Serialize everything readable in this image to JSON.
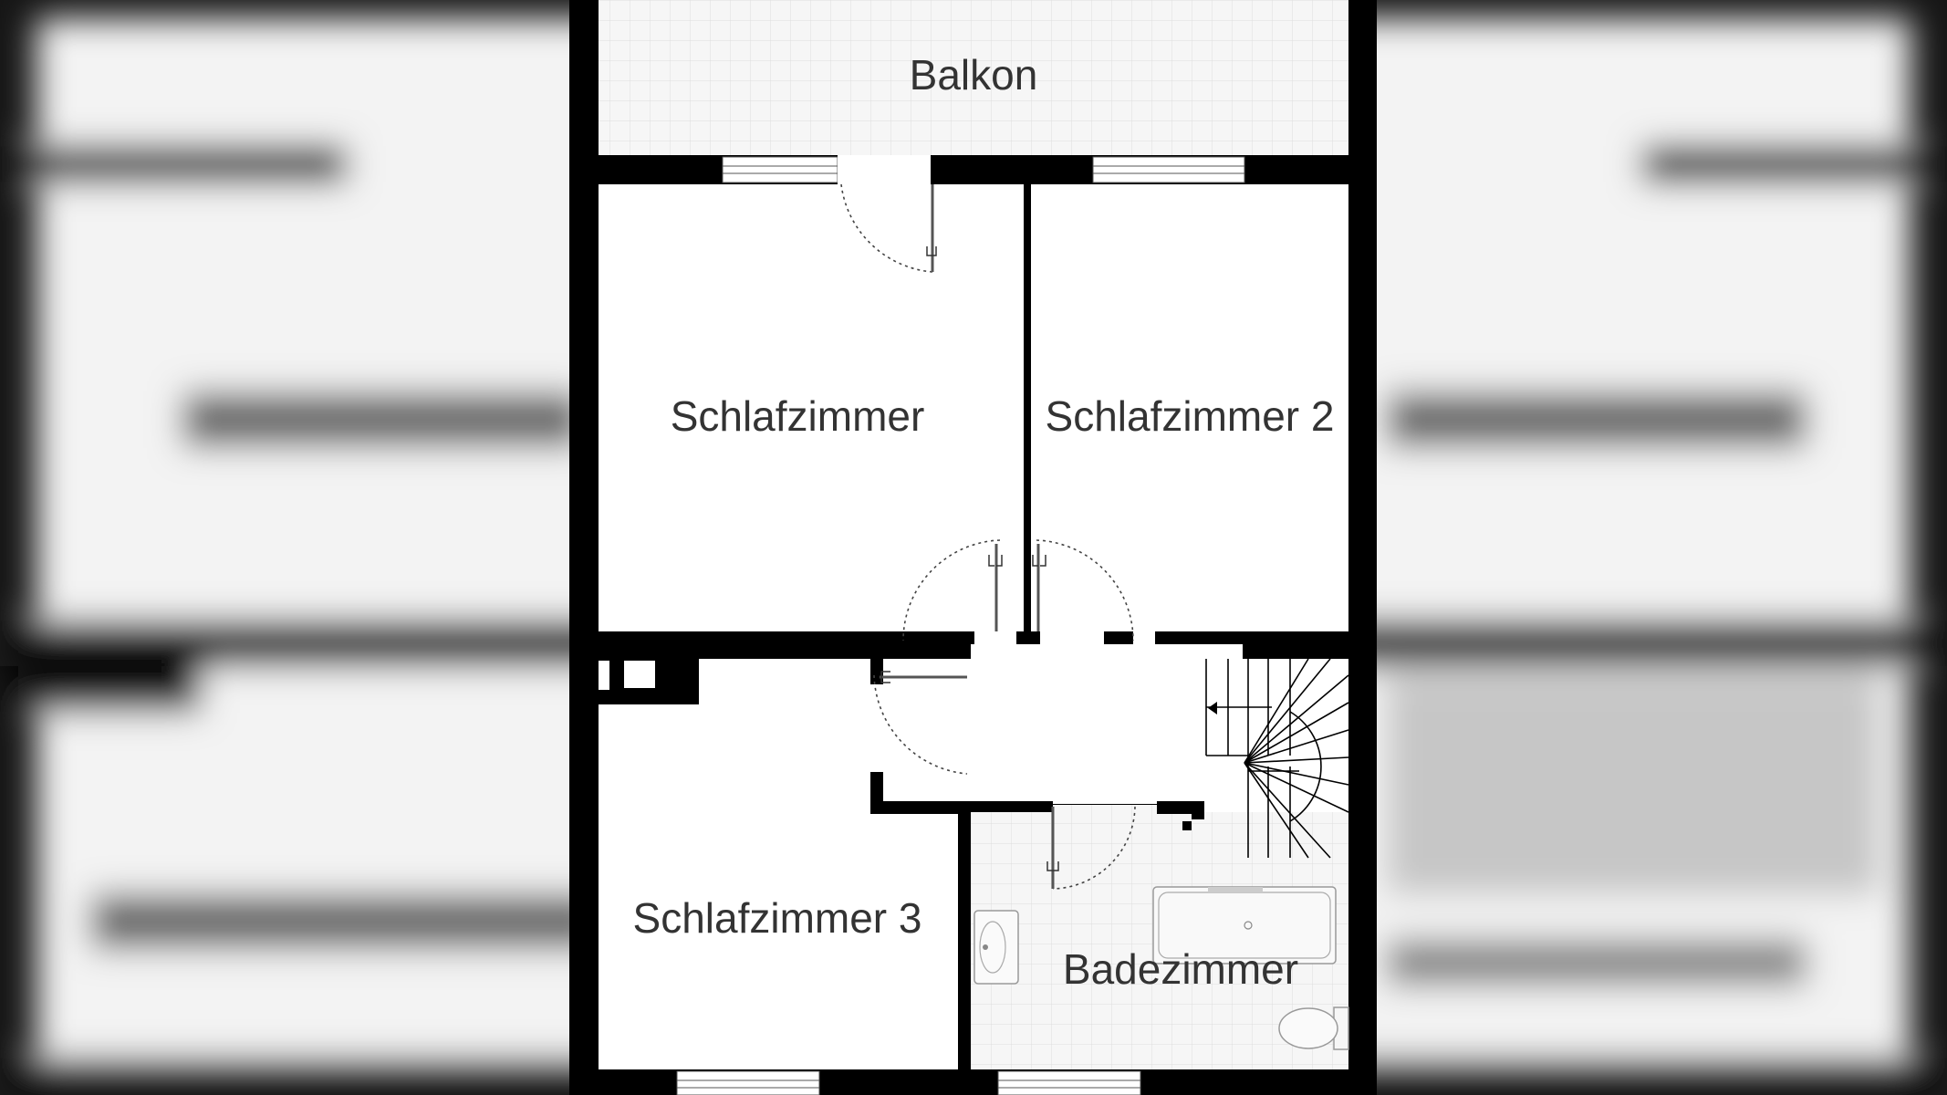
{
  "rooms": {
    "balcony": "Balkon",
    "bedroom_1": "Schlafzimmer",
    "bedroom_2": "Schlafzimmer 2",
    "bedroom_3": "Schlafzimmer 3",
    "bathroom": "Badezimmer"
  },
  "colors": {
    "wall": "#000000",
    "floor": "#ffffff",
    "tile_floor": "#f6f6f6",
    "tile_grid": "#dddddd",
    "label": "#333333",
    "backdrop": "#111111"
  },
  "icons": [
    "door-swing-icon",
    "window-icon",
    "staircase-icon",
    "bathtub-icon",
    "sink-icon",
    "toilet-icon"
  ]
}
